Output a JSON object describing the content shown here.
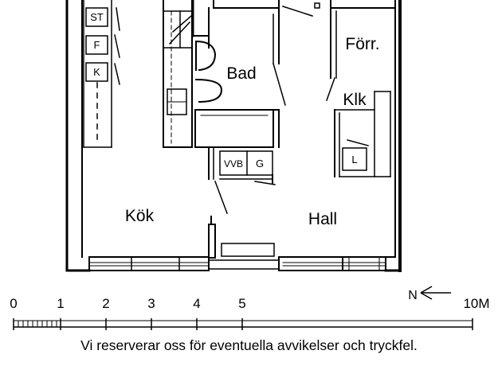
{
  "rooms": {
    "kok": "Kök",
    "hall": "Hall",
    "bad": "Bad",
    "forr": "Förr.",
    "klk": "Klk"
  },
  "fixtures": {
    "st": "ST",
    "f": "F",
    "k": "K",
    "vvb": "VVB",
    "g": "G",
    "l": "L"
  },
  "compass": {
    "label": "N"
  },
  "scale": {
    "ticks": [
      "0",
      "1",
      "2",
      "3",
      "4",
      "5"
    ],
    "end_label": "10M"
  },
  "disclaimer": "Vi reserverar oss för eventuella avvikelser och tryckfel."
}
